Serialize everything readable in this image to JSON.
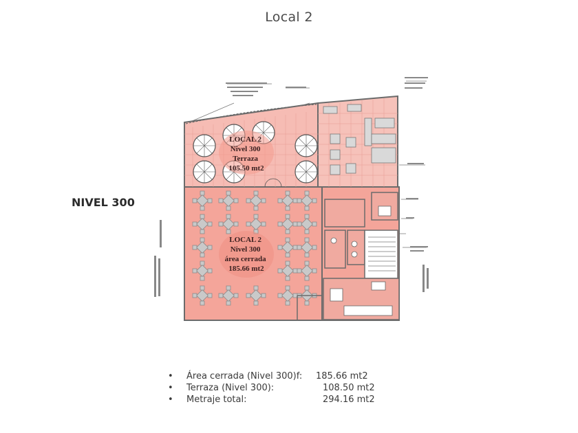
{
  "page": {
    "title": "Local 2"
  },
  "level_label": "NIVEL 300",
  "plan": {
    "terrace_room": {
      "line1": "LOCAL 2",
      "line2": "Nivel 300",
      "line3": "Terraza",
      "line4": "105.50 mt2"
    },
    "closed_room": {
      "line1": "LOCAL 2",
      "line2": "Nivel 300",
      "line3": "área cerrada",
      "line4": "185.66 mt2"
    },
    "colors": {
      "room_fill": "#f4a59a",
      "terrace_fill": "#f6bcb4",
      "wall": "#6b6b6b",
      "furniture": "#bdbdbd"
    }
  },
  "summary": [
    {
      "bullet": "•",
      "label": "Área cerrada (Nivel 300)f:",
      "value": "185.66 mt2"
    },
    {
      "bullet": "•",
      "label": "Terraza (Nivel 300):",
      "value": "108.50 mt2"
    },
    {
      "bullet": "•",
      "label": "Metraje total:",
      "value": "294.16 mt2"
    }
  ]
}
